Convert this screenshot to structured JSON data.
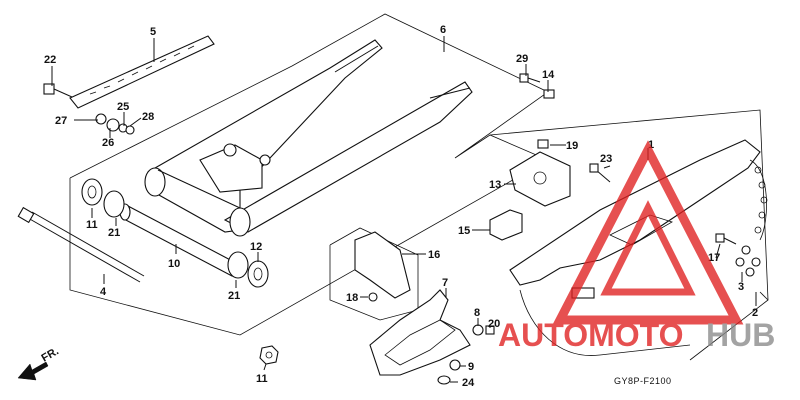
{
  "diagram": {
    "figure_code": "GY8P-F2100",
    "front_indicator": "FR.",
    "labels": [
      "1",
      "2",
      "3",
      "4",
      "5",
      "6",
      "7",
      "8",
      "9",
      "10",
      "11",
      "11",
      "12",
      "13",
      "14",
      "15",
      "16",
      "17",
      "18",
      "19",
      "20",
      "21",
      "21",
      "22",
      "23",
      "24",
      "25",
      "26",
      "27",
      "28",
      "29"
    ]
  },
  "watermark": {
    "text_red": "AUTOMOTO",
    "text_gray": "HUB",
    "brand_color": "#e02020",
    "accent_color": "#8a8a8a"
  }
}
